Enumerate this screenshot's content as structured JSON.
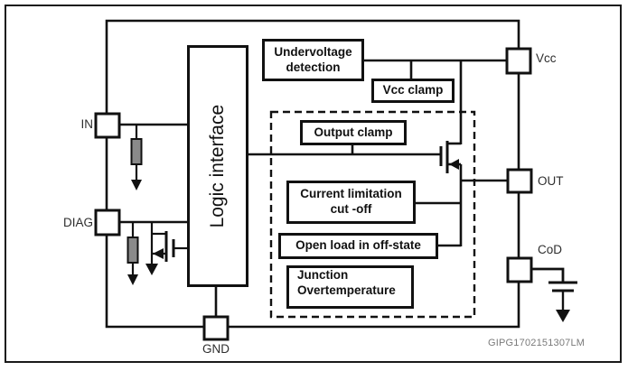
{
  "watermark": "GIPG1702151307LM",
  "pins": {
    "in": "IN",
    "diag": "DIAG",
    "vcc": "Vcc",
    "out": "OUT",
    "cod": "CoD",
    "gnd": "GND"
  },
  "blocks": {
    "logic_interface": "Logic interface",
    "undervoltage": {
      "line1": "Undervoltage",
      "line2": "detection"
    },
    "vcc_clamp": "Vcc clamp",
    "output_clamp": "Output clamp",
    "current_limitation": {
      "line1": "Current limitation",
      "line2": "cut -off"
    },
    "open_load": "Open load in off-state",
    "junction_overtemperature": {
      "line1": "Junction",
      "line2": "Overtemperature"
    }
  },
  "colors": {
    "line": "#111111",
    "box_border": "#111111",
    "resistor_fill": "#8a8a8a",
    "watermark_text": "#7a7a7a",
    "background": "#ffffff"
  }
}
